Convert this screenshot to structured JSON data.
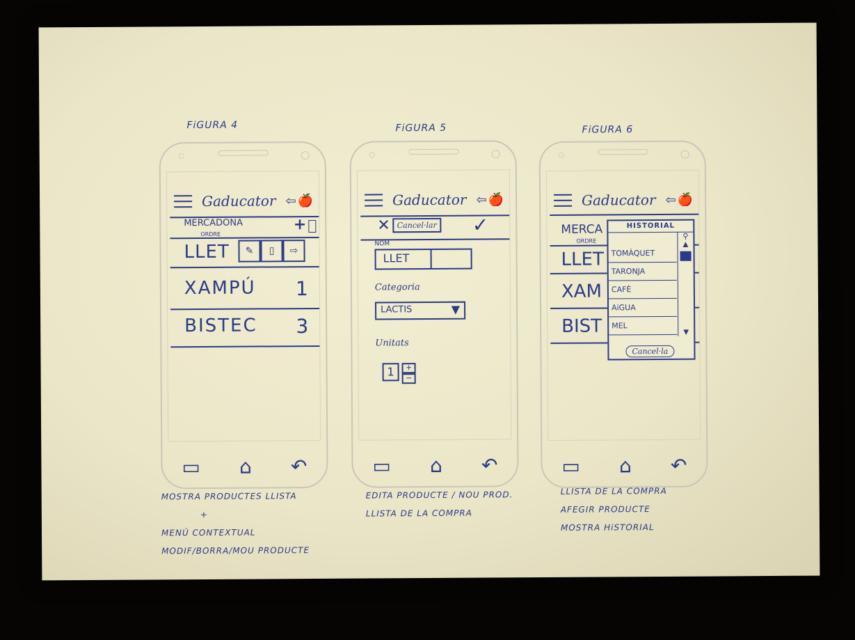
{
  "figures": [
    {
      "title": "FiGURA 4",
      "app_title": "Gaducator",
      "rows": {
        "store": "MERCADONA",
        "store_sub": "ORDRE",
        "item1": "LLET",
        "item2": "XAMPÚ",
        "item2_qty": "1",
        "item3": "BISTEC",
        "item3_qty": "3"
      },
      "caption": [
        "MOSTRA PRODUCTES LLISTA",
        "+",
        "MENÚ CONTEXTUAL",
        "MODIF/BORRA/MOU PRODUCTE"
      ]
    },
    {
      "title": "FiGURA 5",
      "app_title": "Gaducator",
      "cancel_label": "Cancel·lar",
      "name_label": "NOM",
      "name_value": "LLET",
      "category_label": "Categoria",
      "category_value": "LACTIS",
      "units_label": "Unitats",
      "units_value": "1",
      "caption": [
        "EDITA PRODUCTE / NOU PROD.",
        "LLISTA DE LA COMPRA"
      ]
    },
    {
      "title": "FiGURA 6",
      "app_title": "Gaducator",
      "bg_rows": [
        "MERCA",
        "ORDRE",
        "LLET",
        "XAM",
        "BIST"
      ],
      "popup_title": "HISTORIAL",
      "history_items": [
        "TOMÀQUET",
        "TARONJA",
        "CAFÈ",
        "AiGUA",
        "MEL"
      ],
      "popup_cancel": "Cancel·la",
      "caption": [
        "LLISTA DE LA COMPRA",
        "AFEGIR PRODUCTE",
        "MOSTRA HiSTORIAL"
      ]
    }
  ],
  "icons": {
    "menu": "hamburger-icon",
    "back_arrow": "back-arrow-icon",
    "logo": "apple-logo-icon",
    "plus": "plus-icon",
    "list": "list-icon",
    "edit": "pencil-icon",
    "delete": "trash-icon",
    "move": "move-arrow-icon",
    "cancel": "x-icon",
    "confirm": "check-icon",
    "dropdown": "triangle-down-icon",
    "search": "search-icon",
    "nav_menu": "menu-square-icon",
    "nav_home": "home-icon",
    "nav_back": "return-arrow-icon"
  },
  "colors": {
    "ink": "#2a3a86",
    "paper": "#ebe6c8",
    "background": "#070504",
    "phone_outline": "#c9c6b8"
  }
}
